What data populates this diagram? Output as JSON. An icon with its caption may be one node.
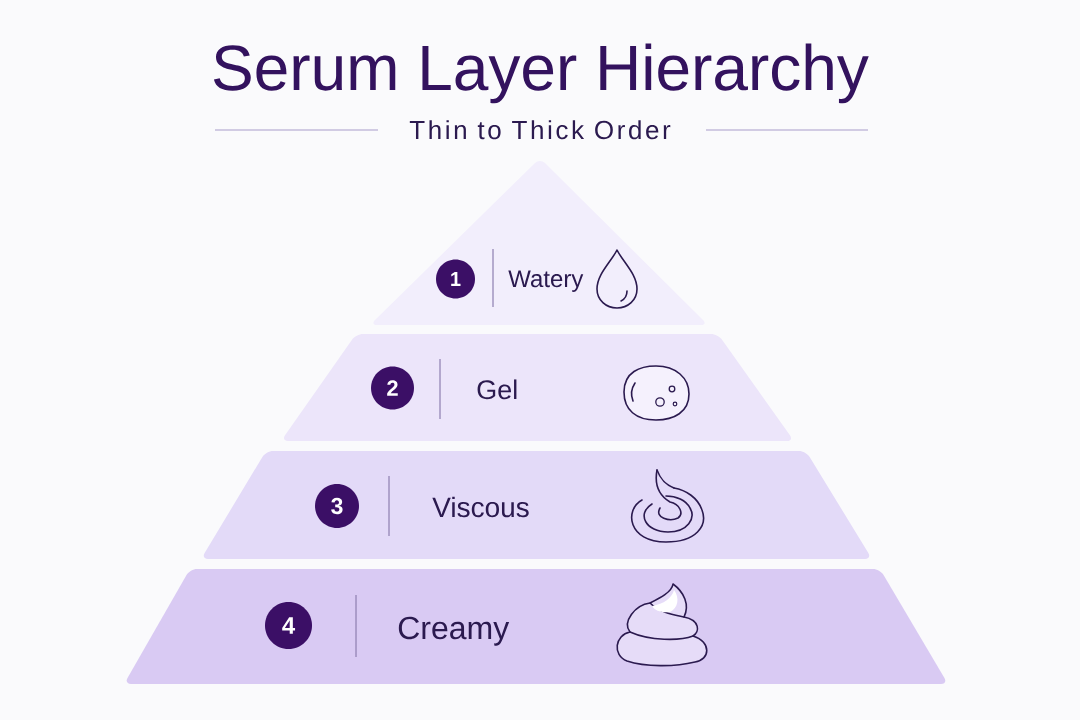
{
  "diagram": {
    "title": "Serum Layer Hierarchy",
    "nodes": [
      {
        "text": [
          "Watery"
        ]
      },
      {
        "text": [
          "1"
        ],
        "in": 0
      },
      {
        "text": [
          "Gel"
        ]
      },
      {
        "text": [
          "2"
        ],
        "in": 2
      },
      {
        "text": [
          "Viscous"
        ]
      },
      {
        "text": [
          "3"
        ],
        "in": 4
      },
      {
        "text": [
          "Creamy"
        ]
      },
      {
        "text": [
          "4"
        ],
        "in": 6
      }
    ],
    "labels": [
      "Thin to Thick Order"
    ]
  }
}
